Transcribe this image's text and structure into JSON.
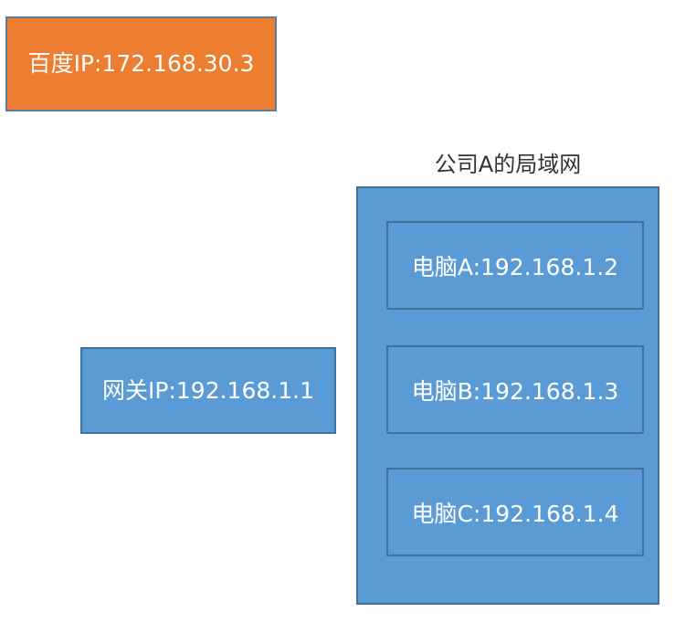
{
  "diagram": {
    "colors": {
      "background": "#FFFFFF",
      "blue_fill": "#5B9BD5",
      "blue_border": "#41719C",
      "orange_fill": "#ED7D31",
      "orange_border": "#5D7B9A",
      "title_text": "#333333",
      "box_text": "#FFFFFF"
    },
    "baidu_box": {
      "label": "百度IP:172.168.30.3"
    },
    "gateway_box": {
      "label": "网关IP:192.168.1.1"
    },
    "lan": {
      "title": "公司A的局域网",
      "computers": [
        {
          "label": "电脑A:192.168.1.2"
        },
        {
          "label": "电脑B:192.168.1.3"
        },
        {
          "label": "电脑C:192.168.1.4"
        }
      ]
    }
  }
}
